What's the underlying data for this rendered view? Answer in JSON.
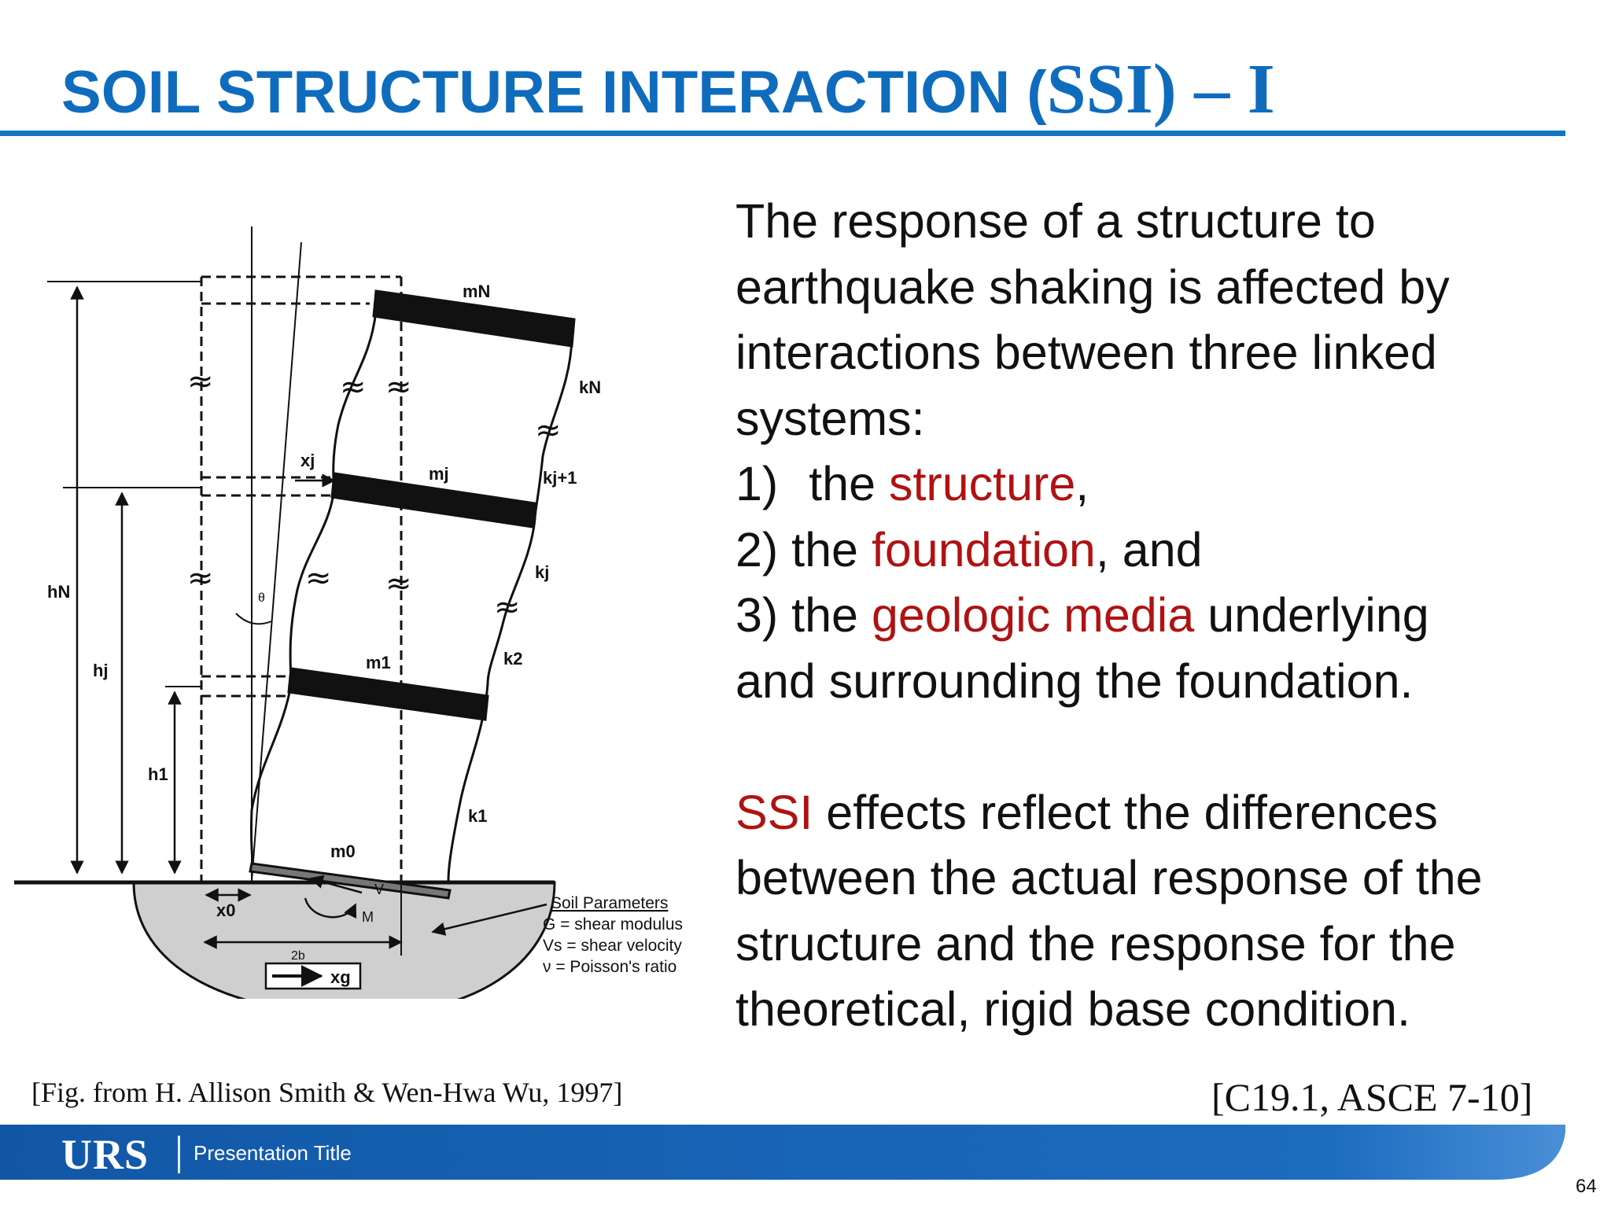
{
  "slide": {
    "title_part1": "SOIL STRUCTURE INTERACTION (",
    "title_part2": "SSI) – I",
    "body": {
      "l1": "The response of a structure to",
      "l2": "earthquake shaking is affected by",
      "l3": "interactions between three linked",
      "l4": "systems:",
      "item1_num": "1)",
      "item1_pre": "the ",
      "item1_red": "structure",
      "item1_post": ",",
      "item2_pre": "2) the ",
      "item2_red": "foundation",
      "item2_post": ", and",
      "item3_pre": "3) the ",
      "item3_red": "geologic media",
      "item3_post": " underlying",
      "l8": "and surrounding the foundation.",
      "ssi_red": "SSI",
      "ssi_post": " effects reflect the differences",
      "l10": "between the actual response of the",
      "l11": "structure and the response for the",
      "l12": "theoretical, rigid base condition."
    },
    "citation_left": "[Fig. from H. Allison Smith & Wen-Hwa Wu, 1997]",
    "citation_right": "[C19.1, ASCE 7-10]",
    "footer_logo": "URS",
    "footer_title": "Presentation Title",
    "page_number": "64"
  },
  "figure": {
    "mass_labels": [
      "mN",
      "mj",
      "m1",
      "m0"
    ],
    "stiffness_labels": [
      "kN",
      "kj+1",
      "kj",
      "k2",
      "k1"
    ],
    "height_labels": [
      "hN",
      "hj",
      "h1"
    ],
    "other_labels": {
      "xj": "xj",
      "x0": "x0",
      "theta": "θ",
      "v": "V",
      "m": "M",
      "two_b": "2b",
      "xg": "xg"
    },
    "soil_parameters": {
      "heading": "Soil Parameters",
      "g": "G = shear modulus",
      "vs": "Vs = shear velocity",
      "nu": "ν  = Poisson's ratio"
    }
  },
  "colors": {
    "title_blue": "#0f6cbd",
    "highlight_red": "#b01212",
    "footer_blue": "#1560b0"
  }
}
